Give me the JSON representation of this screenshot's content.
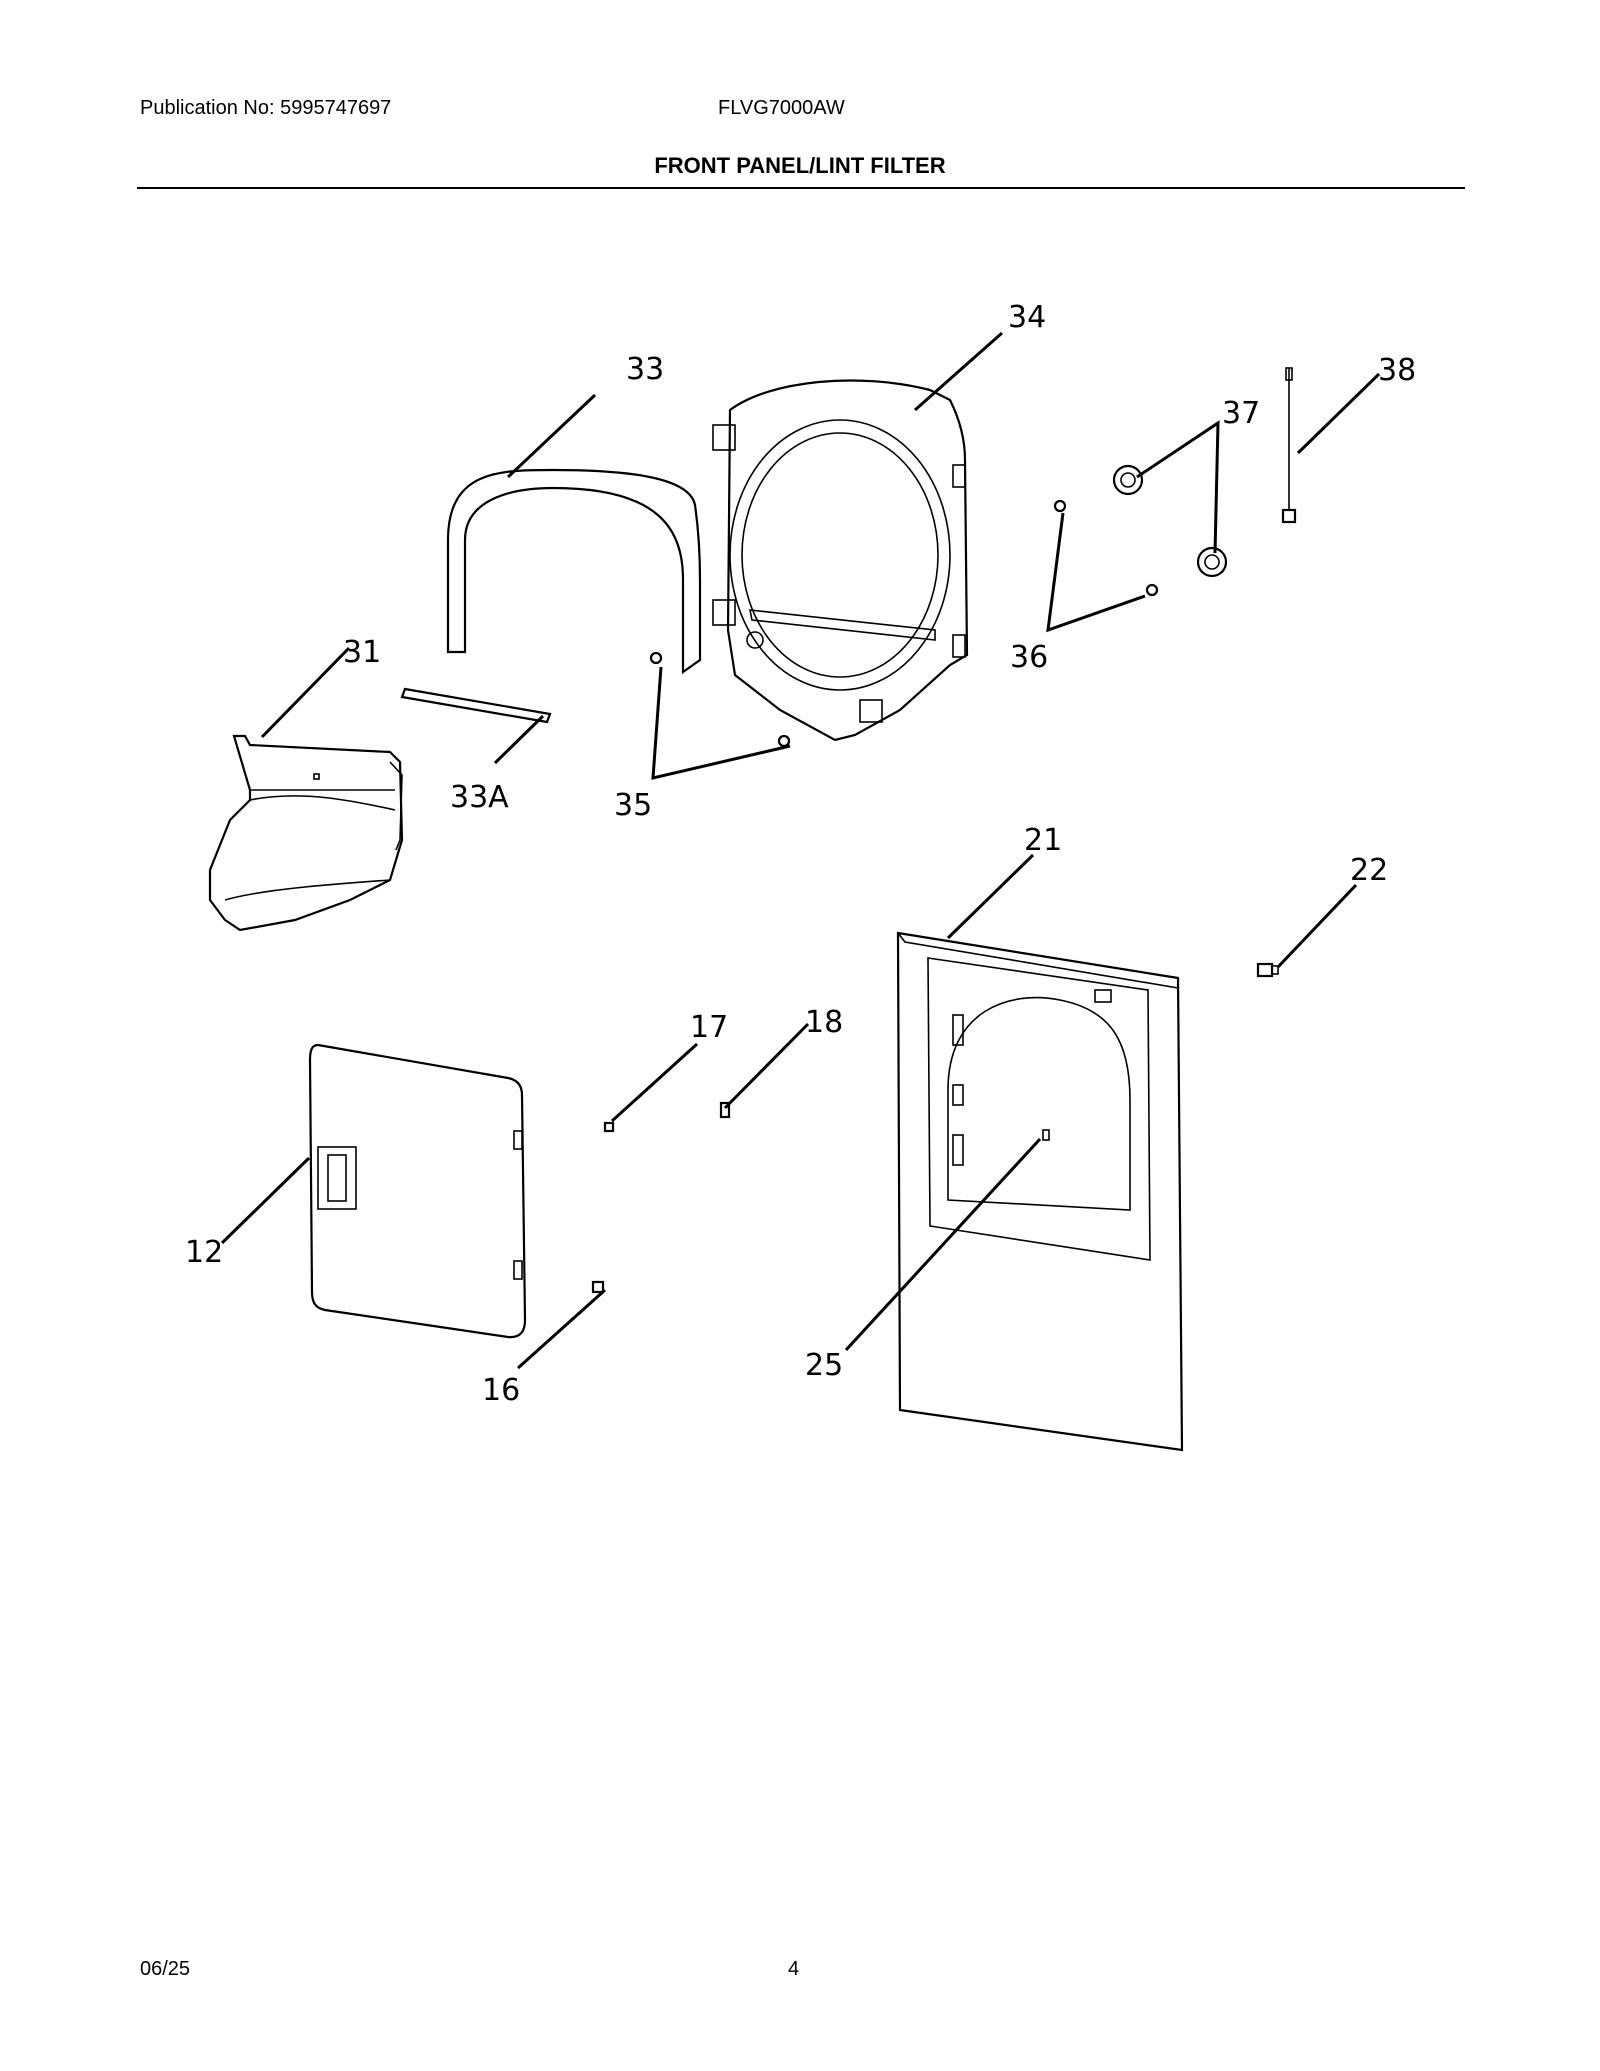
{
  "header": {
    "publication": "Publication No: 5995747697",
    "model": "FLVG7000AW",
    "title": "FRONT PANEL/LINT FILTER"
  },
  "callouts": {
    "p12": "12",
    "p16": "16",
    "p17": "17",
    "p18": "18",
    "p21": "21",
    "p22": "22",
    "p25": "25",
    "p31": "31",
    "p33": "33",
    "p33a": "33A",
    "p34": "34",
    "p35": "35",
    "p36": "36",
    "p37": "37",
    "p38": "38"
  },
  "footer": {
    "date": "06/25",
    "page": "4"
  }
}
